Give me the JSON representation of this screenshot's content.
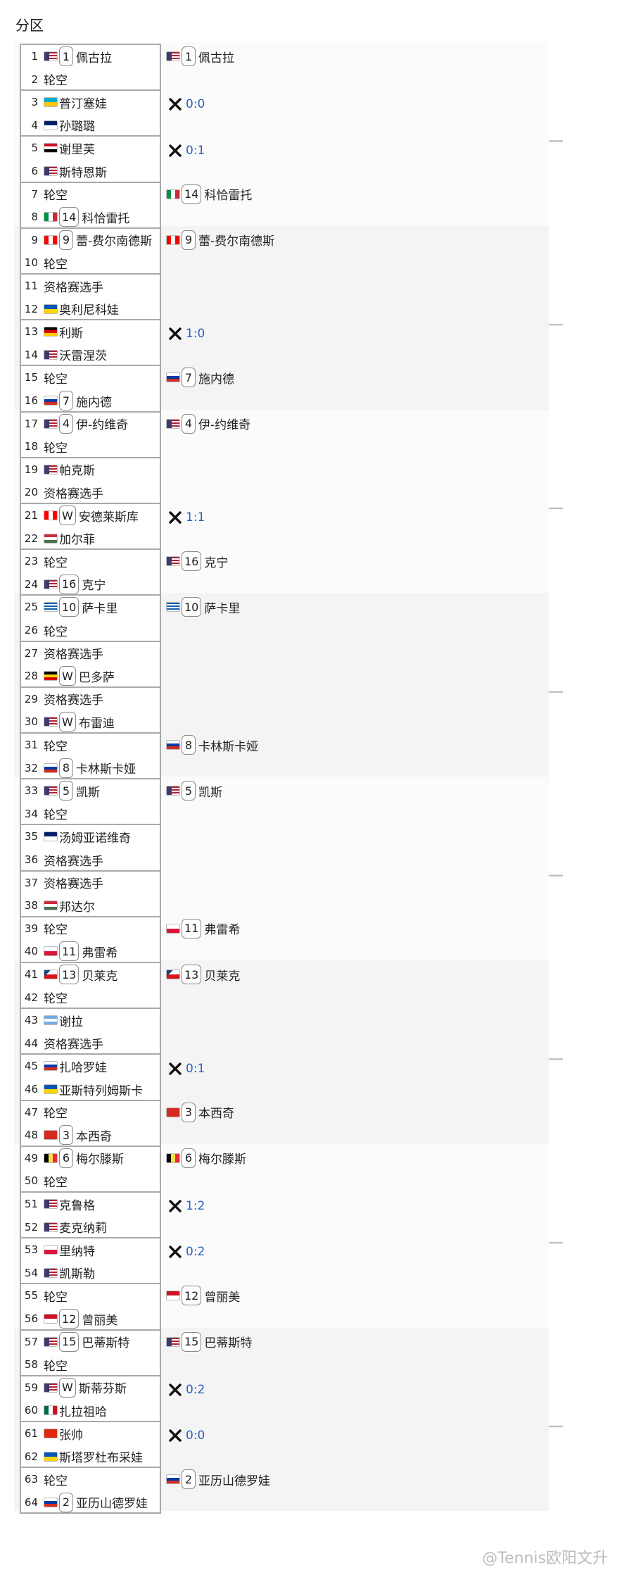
{
  "section_title": "分区",
  "colors": {
    "line": "#bdbdbd",
    "band_alt": "#f4f4f4",
    "score": "#2b5fbf"
  },
  "flags": {
    "usa": [
      "#b22234",
      "#ffffff",
      "#3c3b6e"
    ],
    "kaz": [
      "#00afca",
      "#00afca",
      "#fec50c"
    ],
    "aus": [
      "#012169",
      "#012169",
      "#ffffff"
    ],
    "egy": [
      "#ce1126",
      "#ffffff",
      "#000000"
    ],
    "ita": [
      "#009246",
      "#ffffff",
      "#ce2b37"
    ],
    "can": [
      "#ff0000",
      "#ffffff",
      "#ff0000"
    ],
    "ukr": [
      "#0057b7",
      "#0057b7",
      "#ffd700"
    ],
    "ger": [
      "#000000",
      "#dd0000",
      "#ffce00"
    ],
    "rus": [
      "#ffffff",
      "#0039a6",
      "#d52b1e"
    ],
    "hun": [
      "#ce2939",
      "#ffffff",
      "#477050"
    ],
    "gre": [
      "#0d5eaf",
      "#ffffff",
      "#0d5eaf"
    ],
    "uga": [
      "#000000",
      "#fcdc04",
      "#d90000"
    ],
    "pol": [
      "#ffffff",
      "#ffffff",
      "#dc143c"
    ],
    "cze": [
      "#ffffff",
      "#d7141a",
      "#11457e"
    ],
    "arg": [
      "#74acdf",
      "#ffffff",
      "#74acdf"
    ],
    "sui": [
      "#d52b1e",
      "#d52b1e",
      "#ffffff"
    ],
    "bel": [
      "#000000",
      "#fae042",
      "#ed2939"
    ],
    "mon": [
      "#ce1126",
      "#ce1126",
      "#ffffff"
    ],
    "mex": [
      "#006847",
      "#ffffff",
      "#ce1126"
    ],
    "chn": [
      "#de2910",
      "#de2910",
      "#ffde00"
    ]
  },
  "round1": [
    {
      "n": "1",
      "flag": "usa",
      "seed": "1",
      "name": "佩古拉"
    },
    {
      "n": "2",
      "flag": "",
      "seed": "",
      "name": "轮空"
    },
    {
      "n": "3",
      "flag": "kaz",
      "seed": "",
      "name": "普汀塞娃"
    },
    {
      "n": "4",
      "flag": "aus",
      "seed": "",
      "name": "孙璐璐"
    },
    {
      "n": "5",
      "flag": "egy",
      "seed": "",
      "name": "谢里芙"
    },
    {
      "n": "6",
      "flag": "usa",
      "seed": "",
      "name": "斯特恩斯"
    },
    {
      "n": "7",
      "flag": "",
      "seed": "",
      "name": "轮空"
    },
    {
      "n": "8",
      "flag": "ita",
      "seed": "14",
      "name": "科恰雷托"
    },
    {
      "n": "9",
      "flag": "can",
      "seed": "9",
      "name": "蕾-费尔南德斯"
    },
    {
      "n": "10",
      "flag": "",
      "seed": "",
      "name": "轮空"
    },
    {
      "n": "11",
      "flag": "",
      "seed": "",
      "name": "资格赛选手"
    },
    {
      "n": "12",
      "flag": "ukr",
      "seed": "",
      "name": "奥利尼科娃"
    },
    {
      "n": "13",
      "flag": "ger",
      "seed": "",
      "name": "利斯"
    },
    {
      "n": "14",
      "flag": "usa",
      "seed": "",
      "name": "沃雷涅茨"
    },
    {
      "n": "15",
      "flag": "",
      "seed": "",
      "name": "轮空"
    },
    {
      "n": "16",
      "flag": "rus",
      "seed": "7",
      "name": "施内德"
    },
    {
      "n": "17",
      "flag": "usa",
      "seed": "4",
      "name": "伊-约维奇"
    },
    {
      "n": "18",
      "flag": "",
      "seed": "",
      "name": "轮空"
    },
    {
      "n": "19",
      "flag": "usa",
      "seed": "",
      "name": "帕克斯"
    },
    {
      "n": "20",
      "flag": "",
      "seed": "",
      "name": "资格赛选手"
    },
    {
      "n": "21",
      "flag": "can",
      "seed": "W",
      "name": "安德莱斯库"
    },
    {
      "n": "22",
      "flag": "hun",
      "seed": "",
      "name": "加尔菲"
    },
    {
      "n": "23",
      "flag": "",
      "seed": "",
      "name": "轮空"
    },
    {
      "n": "24",
      "flag": "usa",
      "seed": "16",
      "name": "克宁"
    },
    {
      "n": "25",
      "flag": "gre",
      "seed": "10",
      "name": "萨卡里"
    },
    {
      "n": "26",
      "flag": "",
      "seed": "",
      "name": "轮空"
    },
    {
      "n": "27",
      "flag": "",
      "seed": "",
      "name": "资格赛选手"
    },
    {
      "n": "28",
      "flag": "uga",
      "seed": "W",
      "name": "巴多萨"
    },
    {
      "n": "29",
      "flag": "",
      "seed": "",
      "name": "资格赛选手"
    },
    {
      "n": "30",
      "flag": "usa",
      "seed": "W",
      "name": "布雷迪"
    },
    {
      "n": "31",
      "flag": "",
      "seed": "",
      "name": "轮空"
    },
    {
      "n": "32",
      "flag": "rus",
      "seed": "8",
      "name": "卡林斯卡娅"
    },
    {
      "n": "33",
      "flag": "usa",
      "seed": "5",
      "name": "凯斯"
    },
    {
      "n": "34",
      "flag": "",
      "seed": "",
      "name": "轮空"
    },
    {
      "n": "35",
      "flag": "aus",
      "seed": "",
      "name": "汤姆亚诺维奇"
    },
    {
      "n": "36",
      "flag": "",
      "seed": "",
      "name": "资格赛选手"
    },
    {
      "n": "37",
      "flag": "",
      "seed": "",
      "name": "资格赛选手"
    },
    {
      "n": "38",
      "flag": "hun",
      "seed": "",
      "name": "邦达尔"
    },
    {
      "n": "39",
      "flag": "",
      "seed": "",
      "name": "轮空"
    },
    {
      "n": "40",
      "flag": "pol",
      "seed": "11",
      "name": "弗雷希"
    },
    {
      "n": "41",
      "flag": "cze",
      "seed": "13",
      "name": "贝莱克"
    },
    {
      "n": "42",
      "flag": "",
      "seed": "",
      "name": "轮空"
    },
    {
      "n": "43",
      "flag": "arg",
      "seed": "",
      "name": "谢拉"
    },
    {
      "n": "44",
      "flag": "",
      "seed": "",
      "name": "资格赛选手"
    },
    {
      "n": "45",
      "flag": "rus",
      "seed": "",
      "name": "扎哈罗娃"
    },
    {
      "n": "46",
      "flag": "ukr",
      "seed": "",
      "name": "亚斯特列姆斯卡"
    },
    {
      "n": "47",
      "flag": "",
      "seed": "",
      "name": "轮空"
    },
    {
      "n": "48",
      "flag": "sui",
      "seed": "3",
      "name": "本西奇"
    },
    {
      "n": "49",
      "flag": "bel",
      "seed": "6",
      "name": "梅尔滕斯"
    },
    {
      "n": "50",
      "flag": "",
      "seed": "",
      "name": "轮空"
    },
    {
      "n": "51",
      "flag": "usa",
      "seed": "",
      "name": "克鲁格"
    },
    {
      "n": "52",
      "flag": "usa",
      "seed": "",
      "name": "麦克纳莉"
    },
    {
      "n": "53",
      "flag": "pol",
      "seed": "",
      "name": "里纳特"
    },
    {
      "n": "54",
      "flag": "usa",
      "seed": "",
      "name": "凯斯勒"
    },
    {
      "n": "55",
      "flag": "",
      "seed": "",
      "name": "轮空"
    },
    {
      "n": "56",
      "flag": "mon",
      "seed": "12",
      "name": "曾丽美"
    },
    {
      "n": "57",
      "flag": "usa",
      "seed": "15",
      "name": "巴蒂斯特"
    },
    {
      "n": "58",
      "flag": "",
      "seed": "",
      "name": "轮空"
    },
    {
      "n": "59",
      "flag": "usa",
      "seed": "W",
      "name": "斯蒂芬斯"
    },
    {
      "n": "60",
      "flag": "mex",
      "seed": "",
      "name": "扎拉祖哈"
    },
    {
      "n": "61",
      "flag": "chn",
      "seed": "",
      "name": "张帅"
    },
    {
      "n": "62",
      "flag": "ukr",
      "seed": "",
      "name": "斯塔罗杜布采娃"
    },
    {
      "n": "63",
      "flag": "",
      "seed": "",
      "name": "轮空"
    },
    {
      "n": "64",
      "flag": "rus",
      "seed": "2",
      "name": "亚历山德罗娃"
    }
  ],
  "round2": [
    {
      "type": "player",
      "flag": "usa",
      "seed": "1",
      "name": "佩古拉"
    },
    {
      "type": "score",
      "score": "0:0"
    },
    {
      "type": "score",
      "score": "0:1"
    },
    {
      "type": "player",
      "flag": "ita",
      "seed": "14",
      "name": "科恰雷托"
    },
    {
      "type": "player",
      "flag": "can",
      "seed": "9",
      "name": "蕾-费尔南德斯"
    },
    {
      "type": "empty"
    },
    {
      "type": "score",
      "score": "1:0"
    },
    {
      "type": "player",
      "flag": "rus",
      "seed": "7",
      "name": "施内德"
    },
    {
      "type": "player",
      "flag": "usa",
      "seed": "4",
      "name": "伊-约维奇"
    },
    {
      "type": "empty"
    },
    {
      "type": "score",
      "score": "1:1"
    },
    {
      "type": "player",
      "flag": "usa",
      "seed": "16",
      "name": "克宁"
    },
    {
      "type": "player",
      "flag": "gre",
      "seed": "10",
      "name": "萨卡里"
    },
    {
      "type": "empty"
    },
    {
      "type": "empty"
    },
    {
      "type": "player",
      "flag": "rus",
      "seed": "8",
      "name": "卡林斯卡娅"
    },
    {
      "type": "player",
      "flag": "usa",
      "seed": "5",
      "name": "凯斯"
    },
    {
      "type": "empty"
    },
    {
      "type": "empty"
    },
    {
      "type": "player",
      "flag": "pol",
      "seed": "11",
      "name": "弗雷希"
    },
    {
      "type": "player",
      "flag": "cze",
      "seed": "13",
      "name": "贝莱克"
    },
    {
      "type": "empty"
    },
    {
      "type": "score",
      "score": "0:1"
    },
    {
      "type": "player",
      "flag": "sui",
      "seed": "3",
      "name": "本西奇"
    },
    {
      "type": "player",
      "flag": "bel",
      "seed": "6",
      "name": "梅尔滕斯"
    },
    {
      "type": "score",
      "score": "1:2"
    },
    {
      "type": "score",
      "score": "0:2"
    },
    {
      "type": "player",
      "flag": "mon",
      "seed": "12",
      "name": "曾丽美"
    },
    {
      "type": "player",
      "flag": "usa",
      "seed": "15",
      "name": "巴蒂斯特"
    },
    {
      "type": "score",
      "score": "0:2"
    },
    {
      "type": "score",
      "score": "0:0"
    },
    {
      "type": "player",
      "flag": "rus",
      "seed": "2",
      "name": "亚历山德罗娃"
    }
  ],
  "watermark": "@Tennis欧阳文升"
}
